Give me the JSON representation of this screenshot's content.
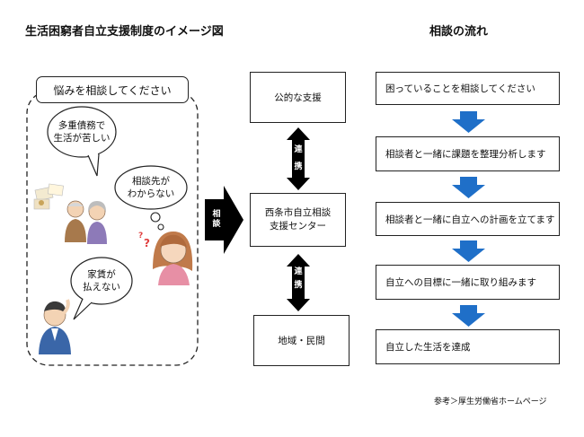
{
  "headings": {
    "system": "生活困窮者自立支援制度のイメージ図",
    "flow": "相談の流れ"
  },
  "left_panel": {
    "title": "悩みを相談してください",
    "bubbles": {
      "debt": [
        "多重債務で",
        "生活が苦しい"
      ],
      "where": [
        "相談先が",
        "わからない"
      ],
      "rent": [
        "家賃が",
        "払えない"
      ]
    }
  },
  "center": {
    "big_arrow_label": [
      "相",
      "談"
    ],
    "public_support": "公的な支援",
    "center_name": [
      "西条市自立相談",
      "支援センター"
    ],
    "link_label": [
      "連",
      "携"
    ],
    "community": "地域・民間"
  },
  "flow_steps": [
    "困っていることを相談してください",
    "相談者と一緒に課題を整理分析します",
    "相談者と一緒に自立への計画を立てます",
    "自立への目標に一緒に取り組みます",
    "自立した生活を達成"
  ],
  "colors": {
    "flow_arrow": "#1f6fc8",
    "hub_arrow": "#000000"
  },
  "reference": "参考＞厚生労働省ホームページ"
}
